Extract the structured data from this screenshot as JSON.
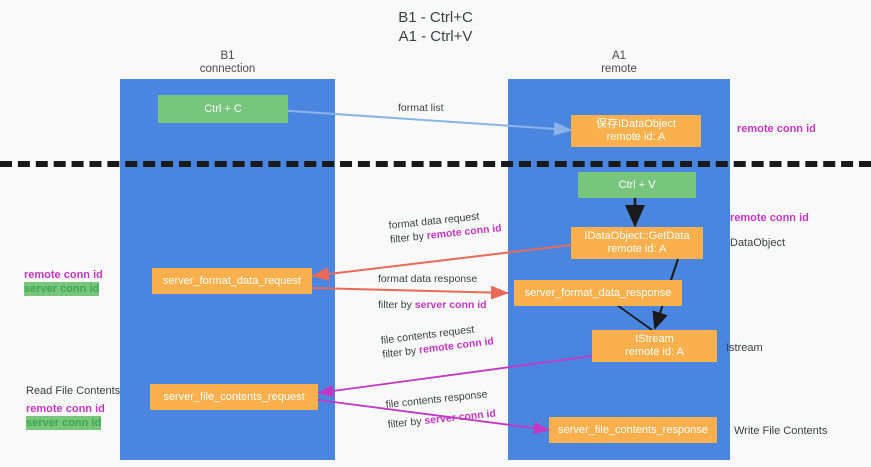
{
  "title": {
    "line1": "B1 - Ctrl+C",
    "line2": "A1 - Ctrl+V"
  },
  "columns": [
    {
      "name": "B1",
      "sub": "connection"
    },
    {
      "name": "A1",
      "sub": "remote"
    }
  ],
  "colors": {
    "lane": "#4a86e0",
    "green_box": "#78c57e",
    "orange_box": "#fbb04d",
    "purple_text": "#c238c2",
    "green_text": "#3ba755",
    "dark_text": "#3c4043",
    "arrow_blue": "#8ab4e8",
    "arrow_red": "#ea6a5a",
    "arrow_magenta": "#c238c2",
    "arrow_black": "#1a1a1a",
    "divider": "#1a1a1a",
    "background": "#f9f9f9"
  },
  "boxes": {
    "ctrl_c": {
      "line1": "Ctrl + C",
      "line2": ""
    },
    "save_idataobject": {
      "line1": "保存IDataObject",
      "line2": "remote id: A"
    },
    "ctrl_v": {
      "line1": "Ctrl + V",
      "line2": ""
    },
    "getdata": {
      "line1": "IDataObject::GetData",
      "line2": "remote id: A"
    },
    "server_format_data_request": {
      "line1": "server_format_data_request",
      "line2": ""
    },
    "server_format_data_response": {
      "line1": "server_format_data_response",
      "line2": ""
    },
    "istream": {
      "line1": "IStream",
      "line2": "remote id: A"
    },
    "server_file_contents_request": {
      "line1": "server_file_contents_request",
      "line2": ""
    },
    "server_file_contents_response": {
      "line1": "server_file_contents_response",
      "line2": ""
    }
  },
  "annotations": {
    "remote_conn_id_top": "remote conn id",
    "remote_conn_id_mid": "remote conn id",
    "dataobject": "DataObject",
    "left_remote_conn_id_mid": "remote conn id",
    "left_server_conn_id_mid": "server conn id",
    "istream_label": "Istream",
    "read_file_contents": "Read File Contents",
    "left_remote_conn_id_bottom": "remote conn id",
    "left_server_conn_id_bottom": "server conn id",
    "write_file_contents": "Write File Contents"
  },
  "arrow_labels": {
    "format_list": "format list",
    "format_data_request_l1": "format data request",
    "format_data_request_l2_pre": "filter by ",
    "format_data_request_l2_kw": "remote conn id",
    "format_data_response_l1": "format data response",
    "format_data_response_l2_pre": "filter by ",
    "format_data_response_l2_kw": "server conn id",
    "file_contents_request_l1": "file contents request",
    "file_contents_request_l2_pre": "filter by ",
    "file_contents_request_l2_kw": "remote conn id",
    "file_contents_response_l1": "file contents response",
    "file_contents_response_l2_pre": "filter by ",
    "file_contents_response_l2_kw": "server conn id"
  }
}
